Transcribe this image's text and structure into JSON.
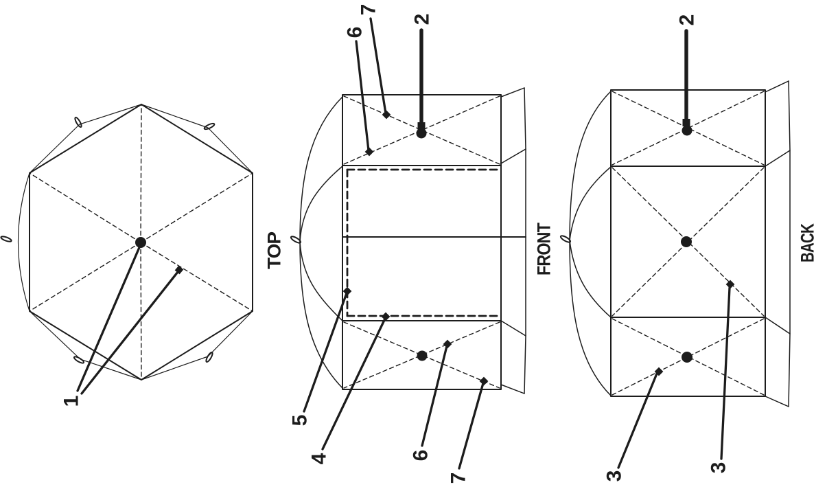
{
  "page": {
    "background": "#ffffff",
    "ink": "#1c1c1c"
  },
  "views": [
    {
      "title": "TOP",
      "callouts": [
        {
          "number": "1"
        }
      ]
    },
    {
      "title": "FRONT",
      "callouts": [
        {
          "number": "7"
        },
        {
          "number": "6"
        },
        {
          "number": "2"
        },
        {
          "number": "5"
        },
        {
          "number": "4"
        },
        {
          "number": "6"
        },
        {
          "number": "7"
        }
      ]
    },
    {
      "title": "BACK",
      "callouts": [
        {
          "number": "2"
        },
        {
          "number": "3"
        },
        {
          "number": "3"
        }
      ]
    }
  ]
}
